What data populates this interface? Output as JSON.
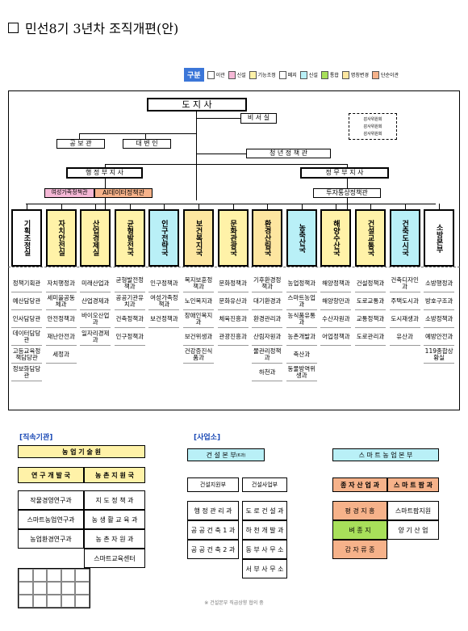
{
  "title": "민선8기 3년차 조직개편(안)",
  "legend": {
    "label": "구분",
    "items": [
      {
        "name": "이관",
        "color": "#ffffff"
      },
      {
        "name": "신설",
        "color": "#f5b8d6"
      },
      {
        "name": "기능조정",
        "color": "#fff2a8"
      },
      {
        "name": "폐지",
        "color": "#ffffff"
      },
      {
        "name": "신설",
        "color": "#b9f0f7"
      },
      {
        "name": "통합",
        "color": "#a8e05a"
      },
      {
        "name": "명칭변경",
        "color": "#fde6a0"
      },
      {
        "name": "단순이관",
        "color": "#f6b28a"
      }
    ]
  },
  "top": {
    "governor": "도 지 사",
    "secretary": "비 서 실",
    "pr": "공 보 관",
    "spokes": "대 변 인",
    "youth": "청 년 정 책 관",
    "vice_admin": "행 정 부 지 사",
    "vice_political": "정 무 부 지 사",
    "women": "여성가족정책관",
    "ai": "AI데이터정책관",
    "invest": "투자통상정책관",
    "refs": [
      "감사위원회",
      "감사위원회",
      "감사위원회"
    ]
  },
  "departments": [
    {
      "name": "기획조정실",
      "color": "#ffffff"
    },
    {
      "name": "자치안전실",
      "color": "#fff2a8"
    },
    {
      "name": "산업경제실",
      "color": "#fff2a8"
    },
    {
      "name": "균형발전국",
      "color": "#fff2a8"
    },
    {
      "name": "인구전략국",
      "color": "#b9f0f7"
    },
    {
      "name": "보건복지국",
      "color": "#fde6a0"
    },
    {
      "name": "문화관광국",
      "color": "#fff2a8"
    },
    {
      "name": "환경산림국",
      "color": "#fde6a0"
    },
    {
      "name": "농축산국",
      "color": "#b9f0f7"
    },
    {
      "name": "해양수산국",
      "color": "#fff2a8"
    },
    {
      "name": "건설교통국",
      "color": "#fff2a8"
    },
    {
      "name": "건축도시국",
      "color": "#b9f0f7"
    },
    {
      "name": "소방본부",
      "color": "#ffffff"
    }
  ],
  "sub_units": [
    [
      "정책기획관",
      "예산담당관",
      "인사담당관",
      "데이터담당관",
      "고등교육정책담당관",
      "정보화담당관"
    ],
    [
      "자치행정과",
      "세미을공동체과",
      "안전정책과",
      "재난안전과",
      "세정과"
    ],
    [
      "미래산업과",
      "산업경제과",
      "바이오산업과",
      "일자리경제과"
    ],
    [
      "균형발전정책과",
      "공공기관유치과",
      "건축정책과",
      "인구정책과"
    ],
    [
      "인구정책과",
      "여성가족정책과",
      "보건정책과"
    ],
    [
      "복지보훈정책과",
      "노인복지과",
      "장애인복지과",
      "보건위생과",
      "건강증진식품과"
    ],
    [
      "문화정책과",
      "문화유산과",
      "체육진흥과",
      "관광진흥과"
    ],
    [
      "기후환경정책과",
      "대기환경과",
      "환경관리과",
      "산림자원과",
      "물관리정책과",
      "하천과"
    ],
    [
      "농업정책과",
      "스마트농업과",
      "농식품유통과",
      "농촌개발과",
      "축산과",
      "동물방역위생과"
    ],
    [
      "해양정책과",
      "해양항만과",
      "수산자원과",
      "어업정책과"
    ],
    [
      "건설정책과",
      "도로교통과",
      "교통정책과",
      "도로관리과"
    ],
    [
      "건축디자인과",
      "주택도시과",
      "도시재생과",
      "유산과"
    ],
    [
      "소방행정과",
      "방호구조과",
      "소방정책과",
      "예방안전과",
      "119종합상황실"
    ]
  ],
  "direct": {
    "label": "[직속기관]",
    "head": "농 업 기 술 원",
    "left_head": "연 구 개 발 국",
    "right_head": "농 촌 지 원 국",
    "left": [
      "작물경영연구과",
      "스마트농업연구과",
      "농업환경연구과"
    ],
    "right": [
      "지 도 정 책 과",
      "농 생 활 교 육 과",
      "농 촌 자 원 과",
      "스마트교육센터"
    ]
  },
  "business": {
    "label": "[사업소]",
    "head": "건 설 본 부",
    "head_note": "(6과)",
    "sub1": "건설지원부",
    "sub2": "건설사업부",
    "left": [
      "행 정 관 리 과",
      "공 공 건 축 1 과",
      "공 공 건 축 2 과"
    ],
    "right": [
      "도 로 건 설 과",
      "하 천 개 발 과",
      "동 부 사 무 소",
      "서 부 사 무 소"
    ]
  },
  "smart": {
    "head": "스 마 트 농 업 본 부",
    "sub1": "종 자 산 업 과",
    "sub2": "스 마 트 팜 과",
    "left": [
      "평 경 지 흥",
      "벼 종 지",
      "감 자 류 종"
    ],
    "right": [
      "스마트팜지원",
      "양 기 산 업"
    ]
  },
  "footer": "※ 건설본부 직급상향 협의 중",
  "colors": {
    "legend_blue": "#3b76d8",
    "section_blue": "#1a49b5",
    "smart_orange": "#f6b28a",
    "smart_green": "#a8e05a"
  }
}
